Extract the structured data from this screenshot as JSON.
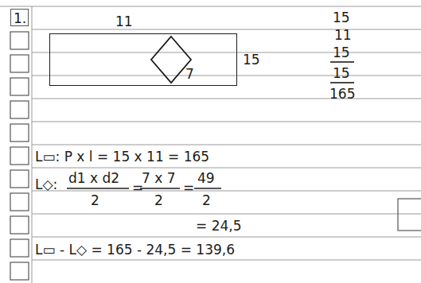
{
  "diagram": {
    "nodes": [
      {
        "text": [
          "1."
        ]
      },
      {
        "text": [
          "11",
          "15"
        ]
      },
      {
        "text": [
          "7"
        ],
        "in": 1
      }
    ],
    "labels": [
      "15",
      "11",
      "15",
      "15",
      "165",
      "L▭: P x l = 15 x 11 = 165",
      "L◇:",
      "d1 x d2",
      "2",
      "=",
      "7 x 7",
      "2",
      "=",
      "49",
      "2",
      "= 24,5",
      "L▭ - L◇ = 165 - 24,5 = 139,6"
    ]
  }
}
